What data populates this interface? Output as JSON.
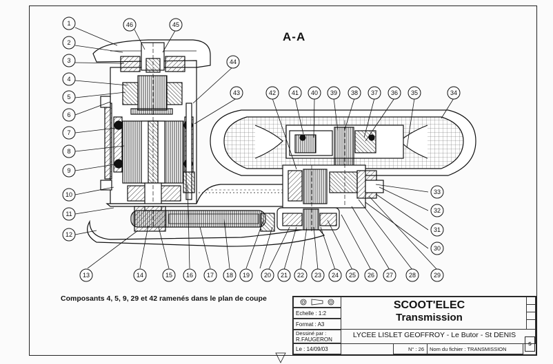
{
  "section_label": "A-A",
  "note": "Composants 4, 5, 9, 29 et 42 ramenés dans le plan de coupe",
  "callouts_left": [
    "1",
    "2",
    "3",
    "4",
    "5",
    "6",
    "7",
    "8",
    "9",
    "10",
    "11",
    "12"
  ],
  "callouts_top": [
    "46",
    "45",
    "44",
    "43",
    "42",
    "41",
    "40",
    "39",
    "38",
    "37",
    "36",
    "35",
    "34"
  ],
  "callouts_right": [
    "33",
    "32",
    "31",
    "30"
  ],
  "callouts_bottom": [
    "13",
    "14",
    "15",
    "16",
    "17",
    "18",
    "19",
    "20",
    "21",
    "22",
    "23",
    "24",
    "25",
    "26",
    "27",
    "28",
    "29"
  ],
  "title_block": {
    "title": "SCOOT'ELEC",
    "subtitle": "Transmission",
    "scale_label": "Echelle : 1:2",
    "format_label": "Format : A3",
    "drawn_by_label": "Dessiné par :",
    "drawn_by": "R.FAUGERON",
    "date_label": "Le : 14/09/03",
    "school": "LYCEE LISLET GEOFFROY - Le Butor - St DENIS",
    "number_label": "N° : 26",
    "filename_label": "Nom du fichier : TRANSMISSION",
    "logo": "S"
  }
}
